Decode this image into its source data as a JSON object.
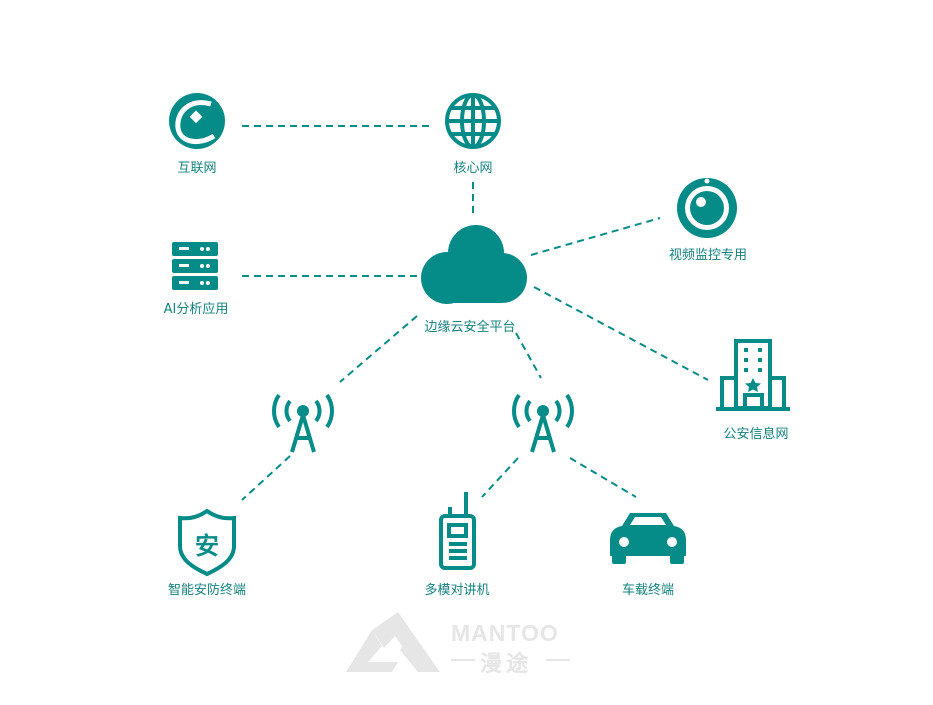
{
  "colors": {
    "accent": "#068c88",
    "watermark": "#e6e6e6"
  },
  "nodes": {
    "internet": {
      "label": "互联网",
      "icon": "ie-icon"
    },
    "core": {
      "label": "核心网",
      "icon": "globe-icon"
    },
    "ai": {
      "label": "AI分析应用",
      "icon": "server-icon"
    },
    "cloud": {
      "label": "边缘云安全平台",
      "icon": "cloud-icon"
    },
    "video": {
      "label": "视频监控专用",
      "icon": "camera-icon"
    },
    "police": {
      "label": "公安信息网",
      "icon": "building-icon"
    },
    "security": {
      "label": "智能安防终端",
      "icon": "shield-icon"
    },
    "radio": {
      "label": "多模对讲机",
      "icon": "walkie-talkie-icon"
    },
    "vehicle": {
      "label": "车载终端",
      "icon": "car-icon"
    }
  },
  "watermark": {
    "brand": "MANTOO",
    "cn": "漫途"
  }
}
